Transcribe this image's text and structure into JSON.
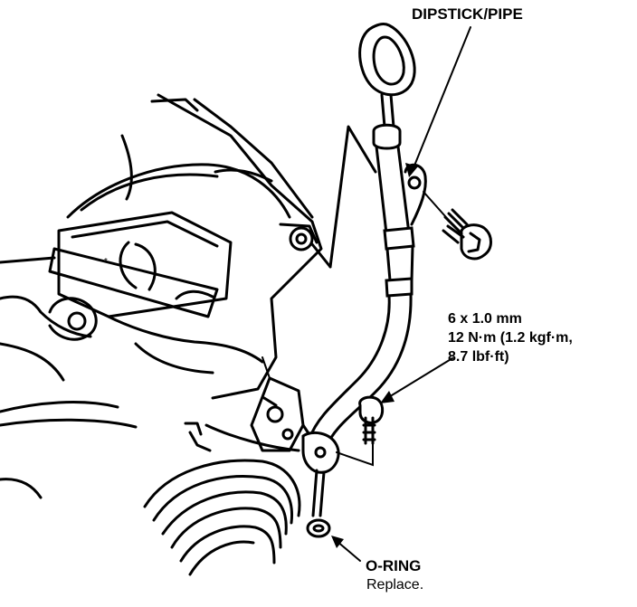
{
  "figure": {
    "labels": {
      "dipstick_pipe": "DIPSTICK/PIPE",
      "bolt_size": "6 x 1.0 mm",
      "torque_line1": "12 N·m (1.2 kgf·m,",
      "torque_line2": "8.7 lbf·ft)",
      "o_ring": "O-RING",
      "o_ring_note": "Replace."
    },
    "colors": {
      "line": "#000000",
      "background": "#ffffff"
    }
  }
}
